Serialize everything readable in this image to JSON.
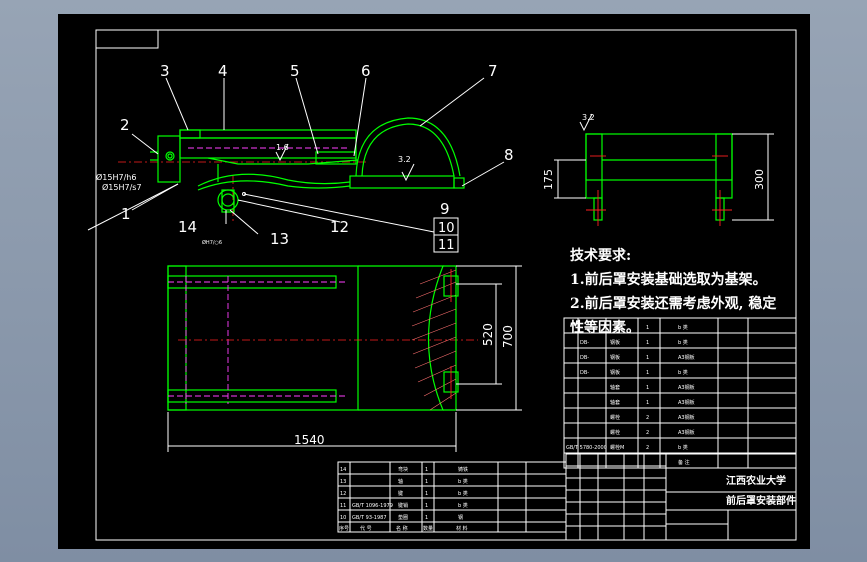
{
  "balloons": [
    "1",
    "2",
    "3",
    "4",
    "5",
    "6",
    "7",
    "8",
    "9",
    "10",
    "11",
    "12",
    "13",
    "14"
  ],
  "fits": {
    "fit_a": "Ø15H7/h6",
    "fit_b": "Ø15H7/s7",
    "small_note": "ØH7/○6"
  },
  "roughness": {
    "r1": "3.2",
    "r2": "3.2",
    "r3": "1.6"
  },
  "dims": {
    "d1540": "1540",
    "d520": "520",
    "d700": "700",
    "d175": "175",
    "d300": "300"
  },
  "requirements": {
    "title": "技术要求:",
    "line1": "1.前后罩安装基础选取为基架。",
    "line2": "2.前后罩安装还需考虑外观, 稳定",
    "line3": "性等因素。"
  },
  "title_block": {
    "school": "江西农业大学",
    "drawing_name": "前后罩安装部件"
  },
  "bom": {
    "upper_rows": [
      [
        "",
        "",
        "1",
        "b 类"
      ],
      [
        "DB-",
        "钢板",
        "1",
        "b 类"
      ],
      [
        "DB-",
        "钢板",
        "1",
        "A3钢板"
      ],
      [
        "DB-",
        "钢板",
        "1",
        "b 类"
      ],
      [
        "",
        "轴套",
        "1",
        "A3钢板"
      ],
      [
        "",
        "轴套",
        "1",
        "A3钢板"
      ],
      [
        "",
        "螺栓",
        "2",
        "A3钢板"
      ],
      [
        "",
        "螺栓",
        "2",
        "A3钢板"
      ],
      [
        "GB/T 5780-2000",
        "螺栓M",
        "2",
        "b 类"
      ],
      [
        "",
        "",
        "",
        "备 注"
      ]
    ],
    "lower_rows": [
      [
        "14",
        "",
        "弯块",
        "1",
        "铸铁"
      ],
      [
        "13",
        "",
        "轴",
        "1",
        "b 类"
      ],
      [
        "12",
        "",
        "键",
        "1",
        "b 类"
      ],
      [
        "11",
        "GB/T 1096-1979",
        "键销",
        "1",
        "b 类"
      ],
      [
        "10",
        "GB/T 93-1987",
        "垫圈",
        "1",
        "钢"
      ],
      [
        "序号",
        "代 号",
        "名 称",
        "数量",
        "材 料"
      ]
    ]
  }
}
